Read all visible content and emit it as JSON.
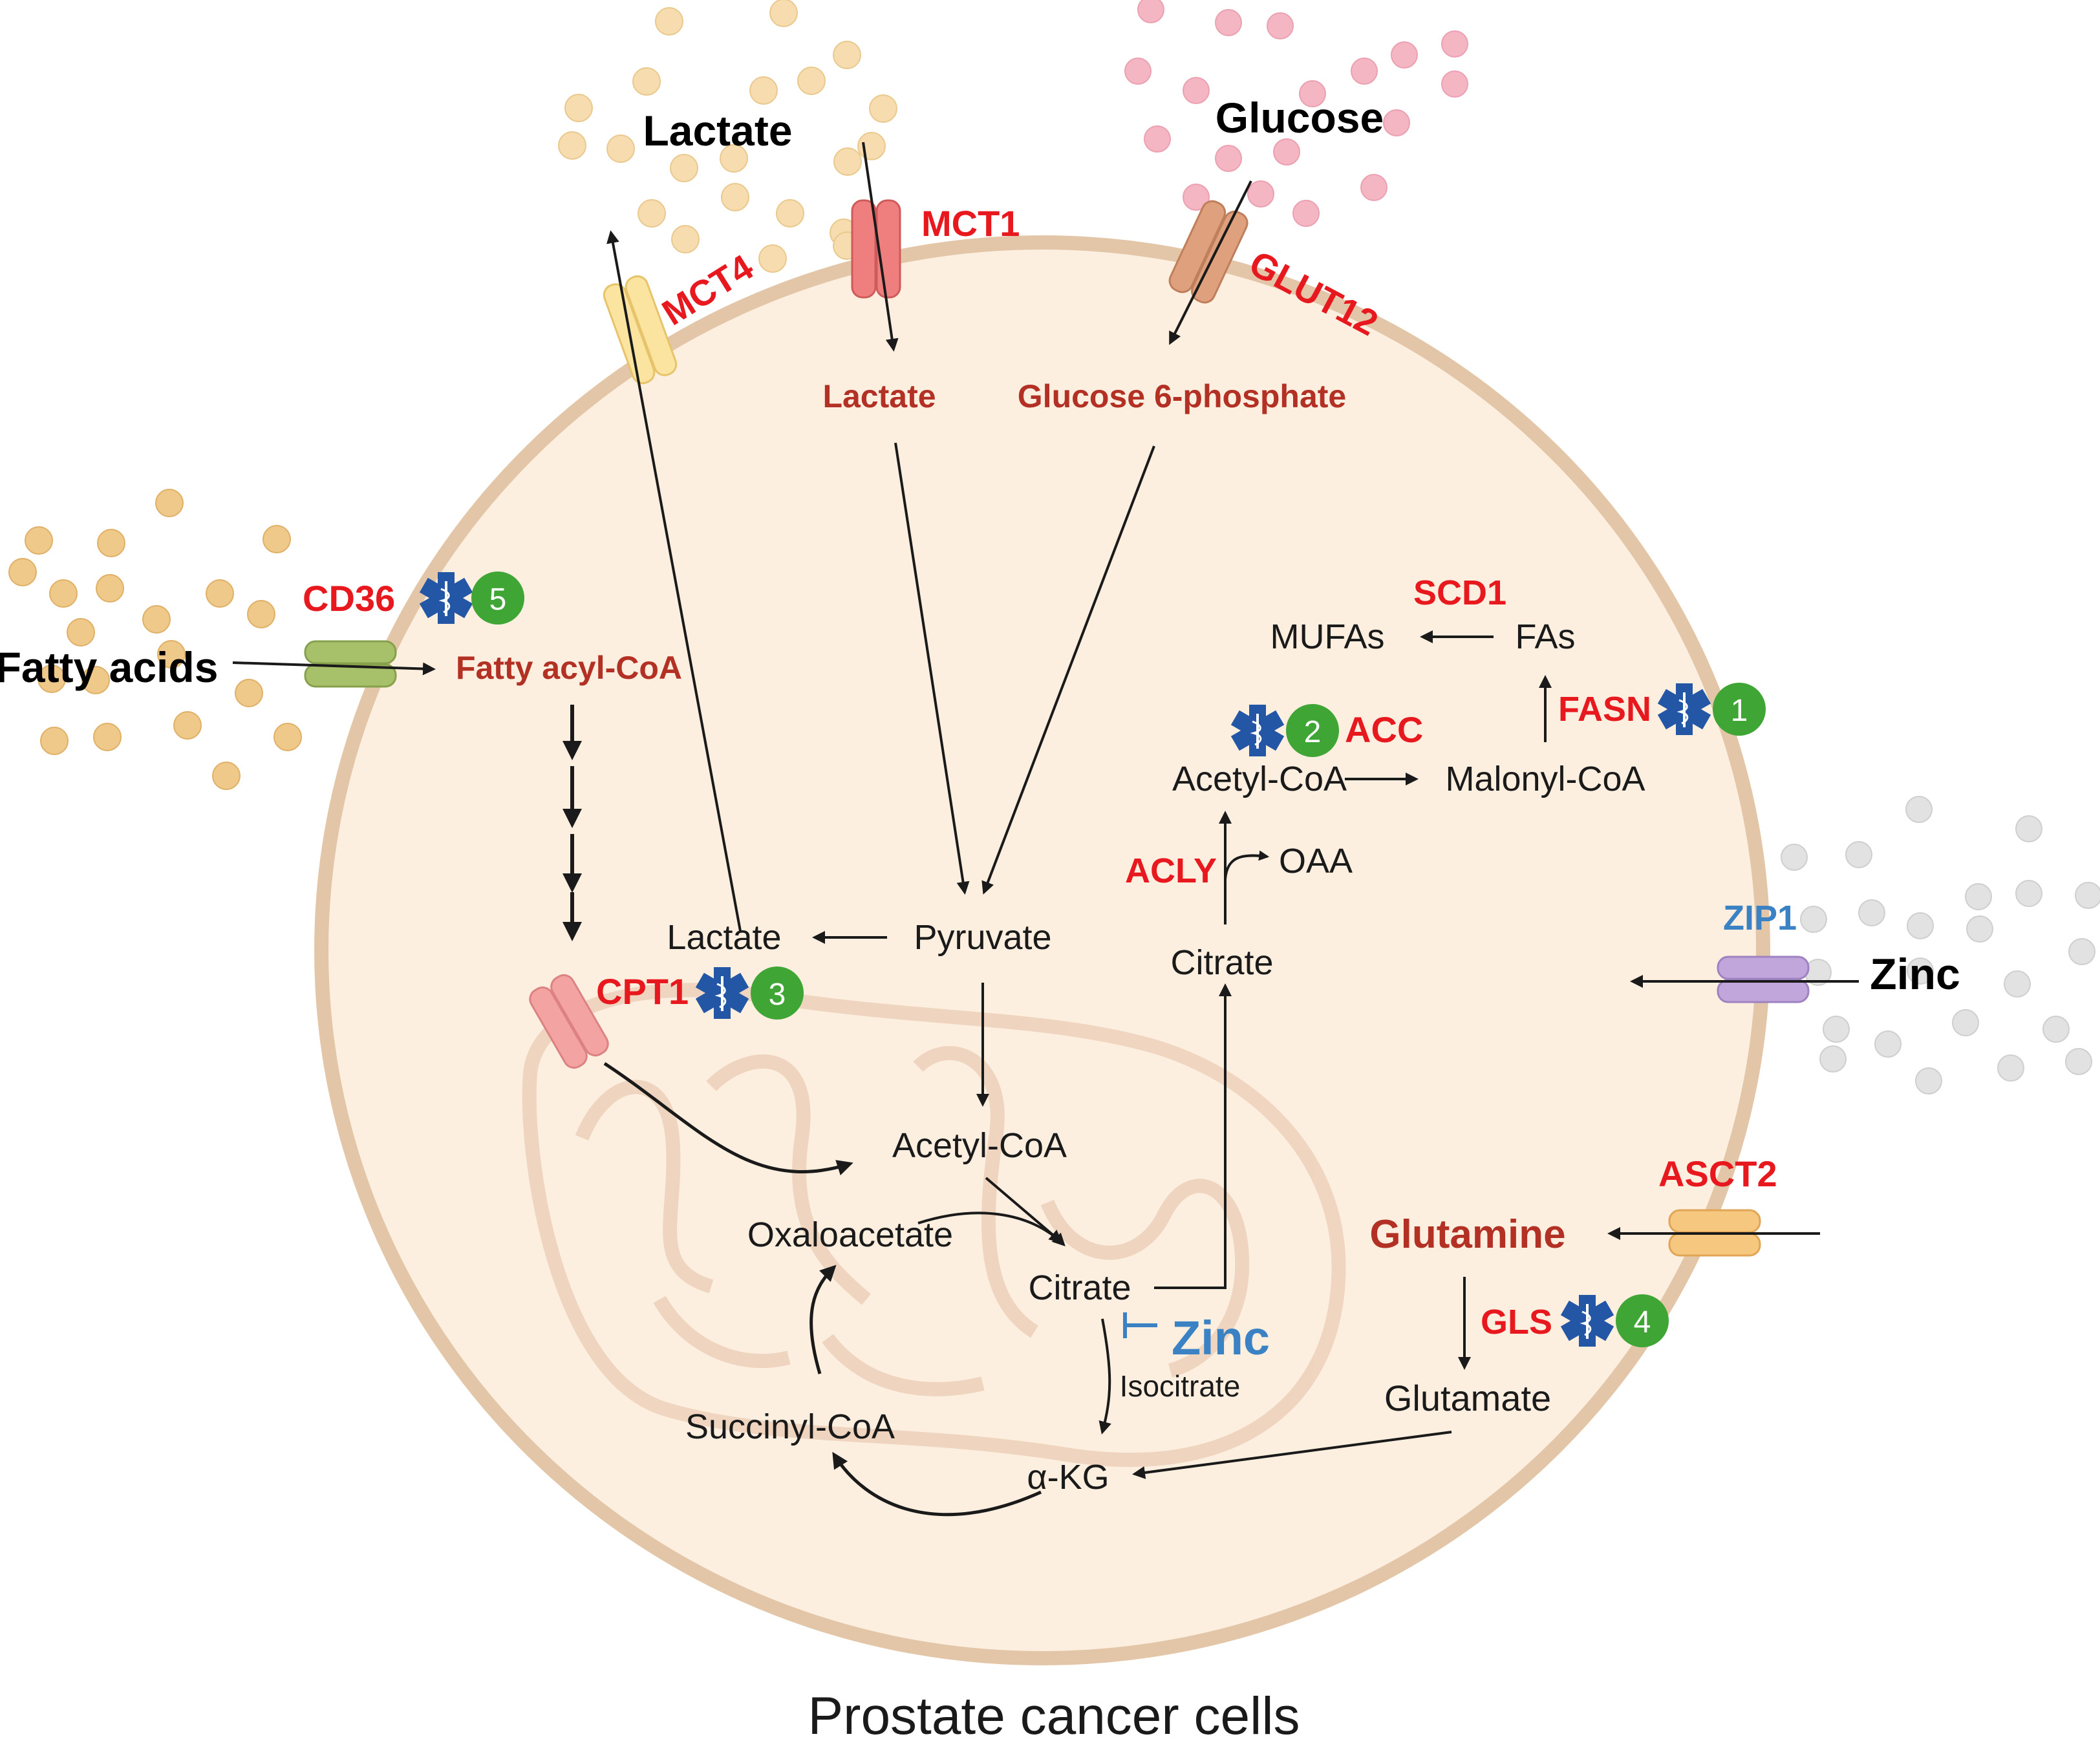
{
  "caption": "Prostate cancer cells",
  "extracellular": {
    "lactate": "Lactate",
    "glucose": "Glucose",
    "fatty_acids": "Fatty acids",
    "zinc": "Zinc"
  },
  "transporters": {
    "mct1": "MCT1",
    "mct4": "MCT4",
    "glut12": "GLUT12",
    "cd36": "CD36",
    "zip1": "ZIP1",
    "asct2": "ASCT2",
    "cpt1": "CPT1"
  },
  "enzymes": {
    "scd1": "SCD1",
    "fasn": "FASN",
    "acc": "ACC",
    "acly": "ACLY",
    "gls": "GLS"
  },
  "metabolites": {
    "lactate_in": "Lactate",
    "glucose_6_phosphate": "Glucose 6-phosphate",
    "fatty_acyl_coa": "Fatty acyl-CoA",
    "mufas": "MUFAs",
    "fas": "FAs",
    "acetyl_coa_cyto": "Acetyl-CoA",
    "malonyl_coa": "Malonyl-CoA",
    "oaa": "OAA",
    "citrate_cyto": "Citrate",
    "lactate_cyto": "Lactate",
    "pyruvate": "Pyruvate",
    "acetyl_coa_mito": "Acetyl-CoA",
    "oxaloacetate": "Oxaloacetate",
    "citrate_mito": "Citrate",
    "zinc_inhibitor": "Zinc",
    "isocitrate": "Isocitrate",
    "succinyl_coa": "Succinyl-CoA",
    "alpha_kg": "α-KG",
    "glutamine": "Glutamine",
    "glutamate": "Glutamate"
  },
  "drug_targets": [
    "1",
    "2",
    "3",
    "4",
    "5"
  ],
  "colors": {
    "cell_fill": "#fcefe0",
    "cell_border": "#e3c6a8",
    "mito_stroke": "#eed3bd",
    "enzyme_red": "#e8191e",
    "metabolite_darkred": "#b33124",
    "zinc_blue": "#3b82c4",
    "badge_green": "#3fa535",
    "drug_icon_blue": "#2456a6",
    "lactate_particle": "#f6dcae",
    "glucose_particle": "#f5b6c3",
    "fatty_acid_particle": "#efc98a",
    "zinc_particle": "#e2e2e2"
  },
  "icons": [
    "medical-star-of-life-icon",
    "numbered-badge-icon",
    "membrane-transporter-icon"
  ]
}
